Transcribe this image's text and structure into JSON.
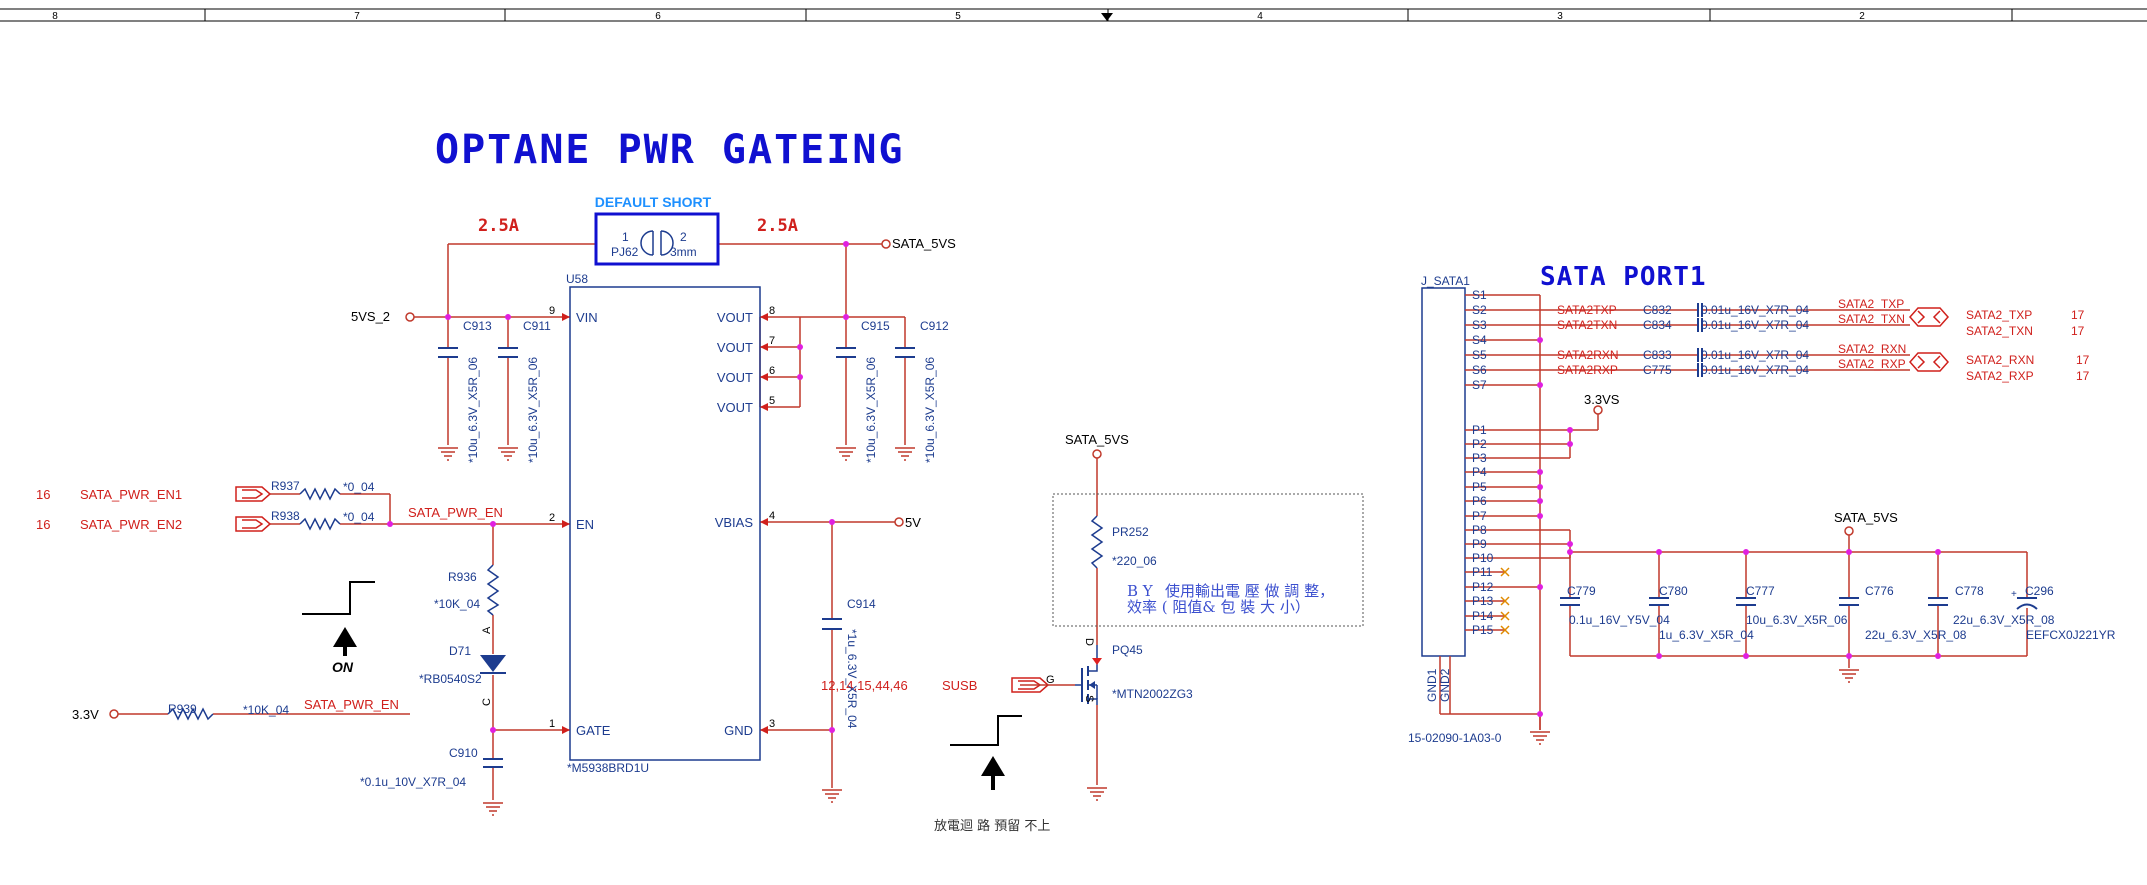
{
  "frame": {
    "zones": [
      "8",
      "7",
      "6",
      "5",
      "4",
      "3",
      "2"
    ]
  },
  "titles": {
    "left": "OPTANE PWR GATEING",
    "right": "SATA  PORT1"
  },
  "jumper": {
    "banner": "DEFAULT SHORT",
    "ref": "PJ62",
    "pin1": "1",
    "pin2": "2",
    "size": "3mm",
    "amps_left": "2.5A",
    "amps_right": "2.5A"
  },
  "nets": {
    "sata_5vs": "SATA_5VS",
    "v5vs_2": "5VS_2",
    "v5v": "5V",
    "v3v3": "3.3V",
    "v3v3s": "3.3VS",
    "pwr_en": "SATA_PWR_EN",
    "en1": "SATA_PWR_EN1",
    "en2": "SATA_PWR_EN2",
    "en_page": "16",
    "susb": "SUSB",
    "page_ref": "12,14,15,44,46"
  },
  "u58": {
    "ref": "U58",
    "part": "*M5938BRD1U",
    "left_pins": [
      {
        "num": "9",
        "name": "VIN"
      },
      {
        "num": "2",
        "name": "EN"
      },
      {
        "num": "1",
        "name": "GATE"
      }
    ],
    "right_pins": [
      {
        "num": "8",
        "name": "VOUT"
      },
      {
        "num": "7",
        "name": "VOUT"
      },
      {
        "num": "6",
        "name": "VOUT"
      },
      {
        "num": "5",
        "name": "VOUT"
      },
      {
        "num": "4",
        "name": "VBIAS"
      },
      {
        "num": "3",
        "name": "GND"
      }
    ]
  },
  "parts": {
    "c913": {
      "ref": "C913",
      "value": "*10u_6.3V_X5R_06"
    },
    "c911": {
      "ref": "C911",
      "value": "*10u_6.3V_X5R_06"
    },
    "c915": {
      "ref": "C915",
      "value": "*10u_6.3V_X5R_06"
    },
    "c912": {
      "ref": "C912",
      "value": "*10u_6.3V_X5R_06"
    },
    "c914": {
      "ref": "C914",
      "value": "*1u_6.3V_X5R_04"
    },
    "c910": {
      "ref": "C910",
      "value": "*0.1u_10V_X7R_04"
    },
    "r937": {
      "ref": "R937",
      "value": "*0_04"
    },
    "r938": {
      "ref": "R938",
      "value": "*0_04"
    },
    "r936": {
      "ref": "R936",
      "value": "*10K_04"
    },
    "r939": {
      "ref": "R939",
      "value": "*10K_04"
    },
    "d71": {
      "ref": "D71",
      "value": "*RB0540S2",
      "anode": "A",
      "cathode": "C"
    },
    "pr252": {
      "ref": "PR252",
      "value": "*220_06"
    },
    "pq45": {
      "ref": "PQ45",
      "value": "*MTN2002ZG3",
      "g": "G",
      "d": "D",
      "s": "S"
    }
  },
  "notes": {
    "on": "ON",
    "by": "B Y",
    "line1": "使用輸出電 壓 做 調 整，",
    "line2": "效率 (   阻值& 包 裝 大 小）",
    "bottom": "放電迴 路 預留 不上"
  },
  "connector": {
    "ref": "J_SATA1",
    "part": "15-02090-1A03-0",
    "s_pins": [
      "S1",
      "S2",
      "S3",
      "S4",
      "S5",
      "S6",
      "S7"
    ],
    "p_pins": [
      "P1",
      "P2",
      "P3",
      "P4",
      "P5",
      "P6",
      "P7",
      "P8",
      "P9",
      "P10",
      "P11",
      "P12",
      "P13",
      "P14",
      "P15"
    ],
    "gnd_pins": [
      "GND1",
      "GND2"
    ]
  },
  "sata_lines": [
    {
      "local": "SATA2TXP",
      "cap": "C832",
      "value": "0.01u_16V_X7R_04",
      "tag": "SATA2_TXP",
      "off": "SATA2_TXP",
      "page": "17"
    },
    {
      "local": "SATA2TXN",
      "cap": "C834",
      "value": "0.01u_16V_X7R_04",
      "tag": "SATA2_TXN",
      "off": "SATA2_TXN",
      "page": "17"
    },
    {
      "local": "SATA2RXN",
      "cap": "C833",
      "value": "0.01u_16V_X7R_04",
      "tag": "SATA2_RXN",
      "off": "SATA2_RXN",
      "page": "17"
    },
    {
      "local": "SATA2RXP",
      "cap": "C775",
      "value": "0.01u_16V_X7R_04",
      "tag": "SATA2_RXP",
      "off": "SATA2_RXP",
      "page": "17"
    }
  ],
  "bulk_caps": [
    {
      "ref": "C779",
      "value": "0.1u_16V_Y5V_04"
    },
    {
      "ref": "C780",
      "value": "1u_6.3V_X5R_04"
    },
    {
      "ref": "C777",
      "value": "10u_6.3V_X5R_06"
    },
    {
      "ref": "C776",
      "value": "22u_6.3V_X5R_08"
    },
    {
      "ref": "C778",
      "value": "22u_6.3V_X5R_08"
    },
    {
      "ref": "C296",
      "value": "EEFCX0J221YR",
      "polarity": "+"
    }
  ],
  "colors": {
    "wire": "#c0392b",
    "part": "#1d3c8f",
    "title": "#1010d0",
    "net": "#d0201c",
    "junction": "#e020e0",
    "banner": "#1e90ff"
  }
}
